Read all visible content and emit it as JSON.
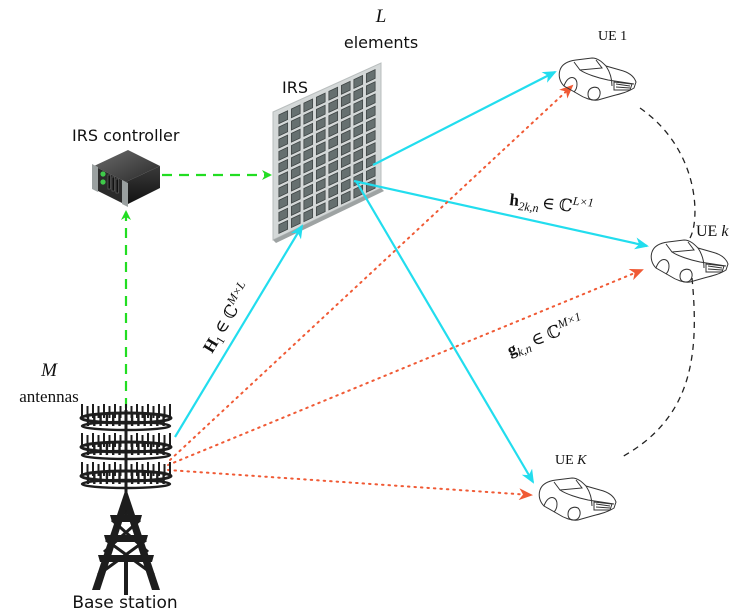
{
  "labels": {
    "irs_count_symbol": "L",
    "irs_count_text": "elements",
    "irs": "IRS",
    "irs_controller": "IRS controller",
    "bs_antenna_symbol": "M",
    "bs_antenna_text": "antennas",
    "base_station": "Base station",
    "ue_first": {
      "prefix": "UE",
      "index": "1"
    },
    "ue_k": {
      "prefix": "UE",
      "index": "k"
    },
    "ue_last": {
      "prefix": "UE",
      "index": "K"
    }
  },
  "channels": {
    "bs_irs": {
      "base": "H",
      "sub": "1",
      "rel": "∈ ℂ",
      "sup": "M×L"
    },
    "irs_ue": {
      "base": "h",
      "sub": "2k,n",
      "rel": "∈ ℂ",
      "sup": "L×1"
    },
    "bs_ue": {
      "base": "g",
      "sub": "k,n",
      "rel": "∈ ℂ",
      "sup": "M×1"
    }
  },
  "link_styles": {
    "control_link": {
      "kind": "dashed",
      "color": "#22dd22"
    },
    "irs_link": {
      "kind": "solid",
      "color": "#22ddee"
    },
    "direct_link": {
      "kind": "dotted",
      "color": "#f05a35"
    },
    "ue_group": {
      "kind": "dashed",
      "color": "#222222"
    }
  },
  "irs_grid": {
    "rows": 10,
    "cols": 8
  }
}
